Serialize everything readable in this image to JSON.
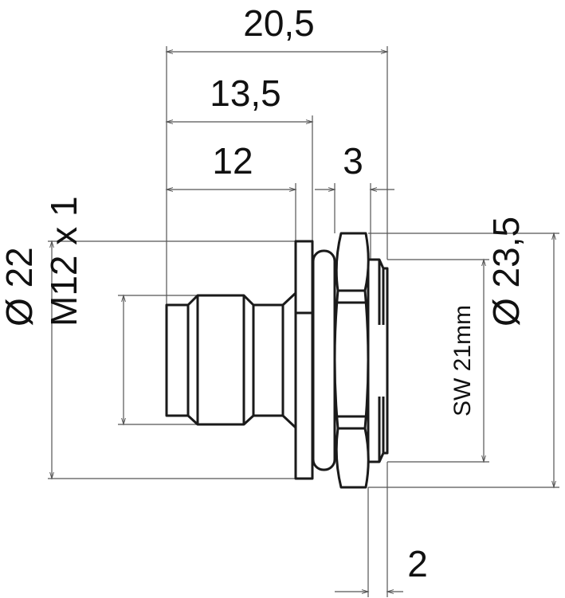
{
  "drawing": {
    "dimensions": {
      "overall_length": "20,5",
      "length_to_nut": "13,5",
      "thread_length": "12",
      "nut_width": "3",
      "rear_thread": "2",
      "flange_diameter": "Ø 22",
      "thread_size": "M12 x 1",
      "wrench_size": "SW 21mm",
      "nut_diameter": "Ø 23,5"
    },
    "line_color": "#1a1a1a"
  }
}
